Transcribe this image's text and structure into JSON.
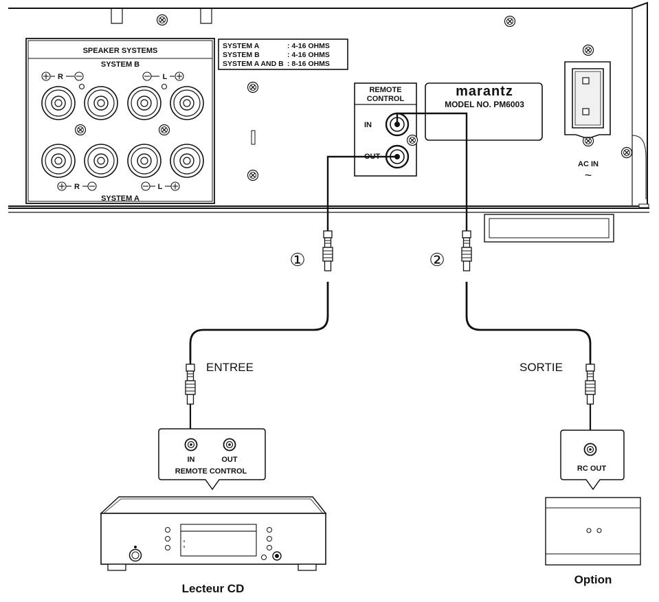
{
  "speaker_panel": {
    "title": "SPEAKER SYSTEMS",
    "system_b": "SYSTEM B",
    "system_a": "SYSTEM A",
    "r": "R",
    "l": "L"
  },
  "impedance": {
    "line1_name": "SYSTEM A",
    "line1_value": ": 4-16 OHMS",
    "line2_name": "SYSTEM B",
    "line2_value": ": 4-16 OHMS",
    "line3_name": "SYSTEM A AND B",
    "line3_value": ": 8-16 OHMS"
  },
  "remote_control_panel": {
    "title_line1": "REMOTE",
    "title_line2": "CONTROL",
    "in": "IN",
    "out": "OUT"
  },
  "nameplate": {
    "brand": "marantz",
    "model": "MODEL NO. PM6003"
  },
  "ac_inlet": {
    "label": "AC IN",
    "symbol": "~"
  },
  "cables": {
    "cable1_marker": "①",
    "cable2_marker": "②",
    "cable1_label": "ENTREE",
    "cable2_label": "SORTIE"
  },
  "cd_player": {
    "callout_in": "IN",
    "callout_out": "OUT",
    "callout_title": "REMOTE CONTROL",
    "caption": "Lecteur CD"
  },
  "option_device": {
    "callout_label": "RC OUT",
    "caption": "Option"
  },
  "icons": {
    "screw": "screw-icon",
    "rca_jack": "rca-jack-icon",
    "rca_plug": "rca-plug-icon"
  }
}
